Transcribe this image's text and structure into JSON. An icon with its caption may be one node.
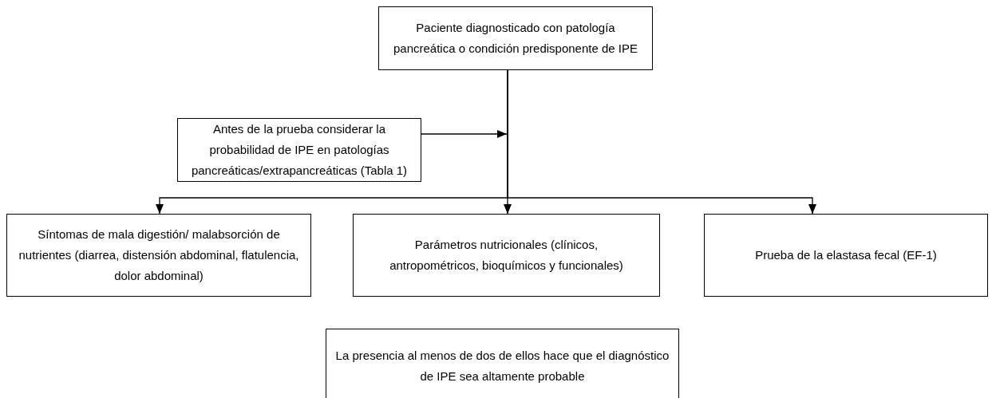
{
  "diagram": {
    "nodes": [
      {
        "text": [
          "Paciente diagnosticado con patología pancreática o condición predisponente de IPE"
        ]
      },
      {
        "text": [
          "Antes de la prueba considerar la probabilidad de IPE en patologías pancreáticas/extrapancreáticas (Tabla 1)"
        ]
      },
      {
        "text": [
          "Síntomas de mala digestión/ malabsorción de nutrientes (diarrea, distensión abdominal, flatulencia, dolor abdominal)"
        ]
      },
      {
        "text": [
          "Parámetros nutricionales (clínicos, antropométricos, bioquímicos y funcionales)"
        ]
      },
      {
        "text": [
          "Prueba de la elastasa fecal (EF-1)"
        ]
      },
      {
        "text": [
          "La presencia al menos de dos de ellos hace que el diagnóstico de IPE sea altamente probable"
        ]
      }
    ],
    "edges": [
      {
        "from": 1,
        "to": null,
        "arrow": "to"
      },
      {
        "from": 0,
        "to": 2,
        "arrow": "to"
      },
      {
        "from": 0,
        "to": 3,
        "arrow": "to"
      },
      {
        "from": 0,
        "to": 4,
        "arrow": "to"
      }
    ]
  }
}
